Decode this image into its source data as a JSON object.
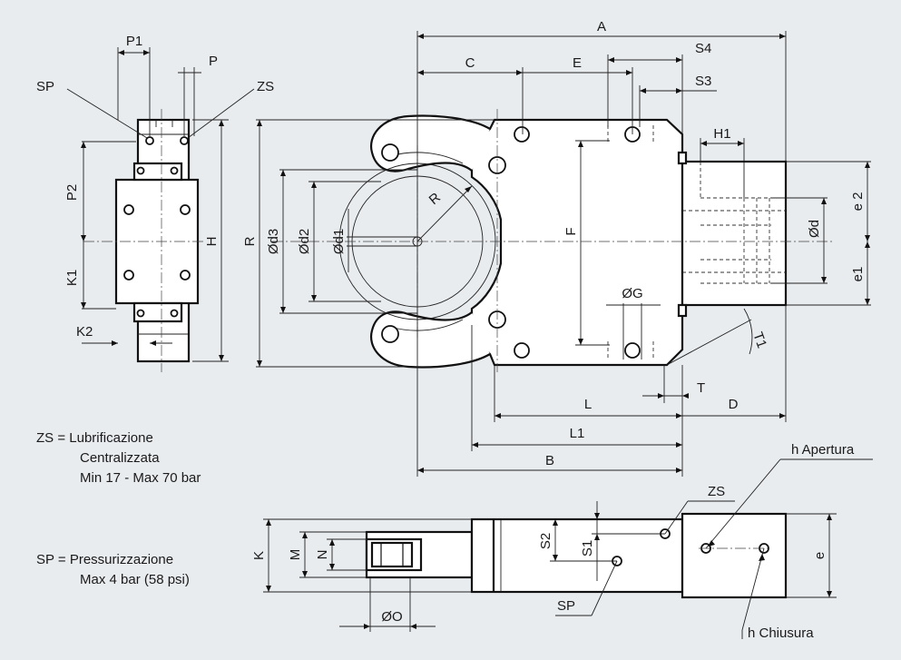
{
  "figure": {
    "dimensions": {
      "A": "A",
      "C": "C",
      "E": "E",
      "S4": "S4",
      "S3": "S3",
      "P1": "P1",
      "P": "P",
      "SP": "SP",
      "ZS": "ZS",
      "P2": "P2",
      "K1": "K1",
      "H": "H",
      "K2": "K2",
      "R_outer": "R",
      "d3": "Ød3",
      "d2": "Ød2",
      "d1": "Ød1",
      "R_inner": "R",
      "F": "F",
      "H1": "H1",
      "d": "Ød",
      "e2": "e 2",
      "e1": "e1",
      "G": "ØG",
      "T1": "T1",
      "T": "T",
      "L": "L",
      "D": "D",
      "L1": "L1",
      "B": "B",
      "K": "K",
      "M": "M",
      "N": "N",
      "O": "ØO",
      "S2": "S2",
      "S1": "S1",
      "ZS_bottom": "ZS",
      "SP_bottom": "SP",
      "e": "e",
      "h_apertura": "h Apertura",
      "h_chiusura": "h Chiusura"
    },
    "legend": {
      "zs_line1": "ZS = Lubrificazione",
      "zs_line2": "Centralizzata",
      "zs_line3": "Min 17 - Max 70 bar",
      "sp_line1": "SP = Pressurizzazione",
      "sp_line2": "Max 4 bar (58 psi)"
    }
  }
}
